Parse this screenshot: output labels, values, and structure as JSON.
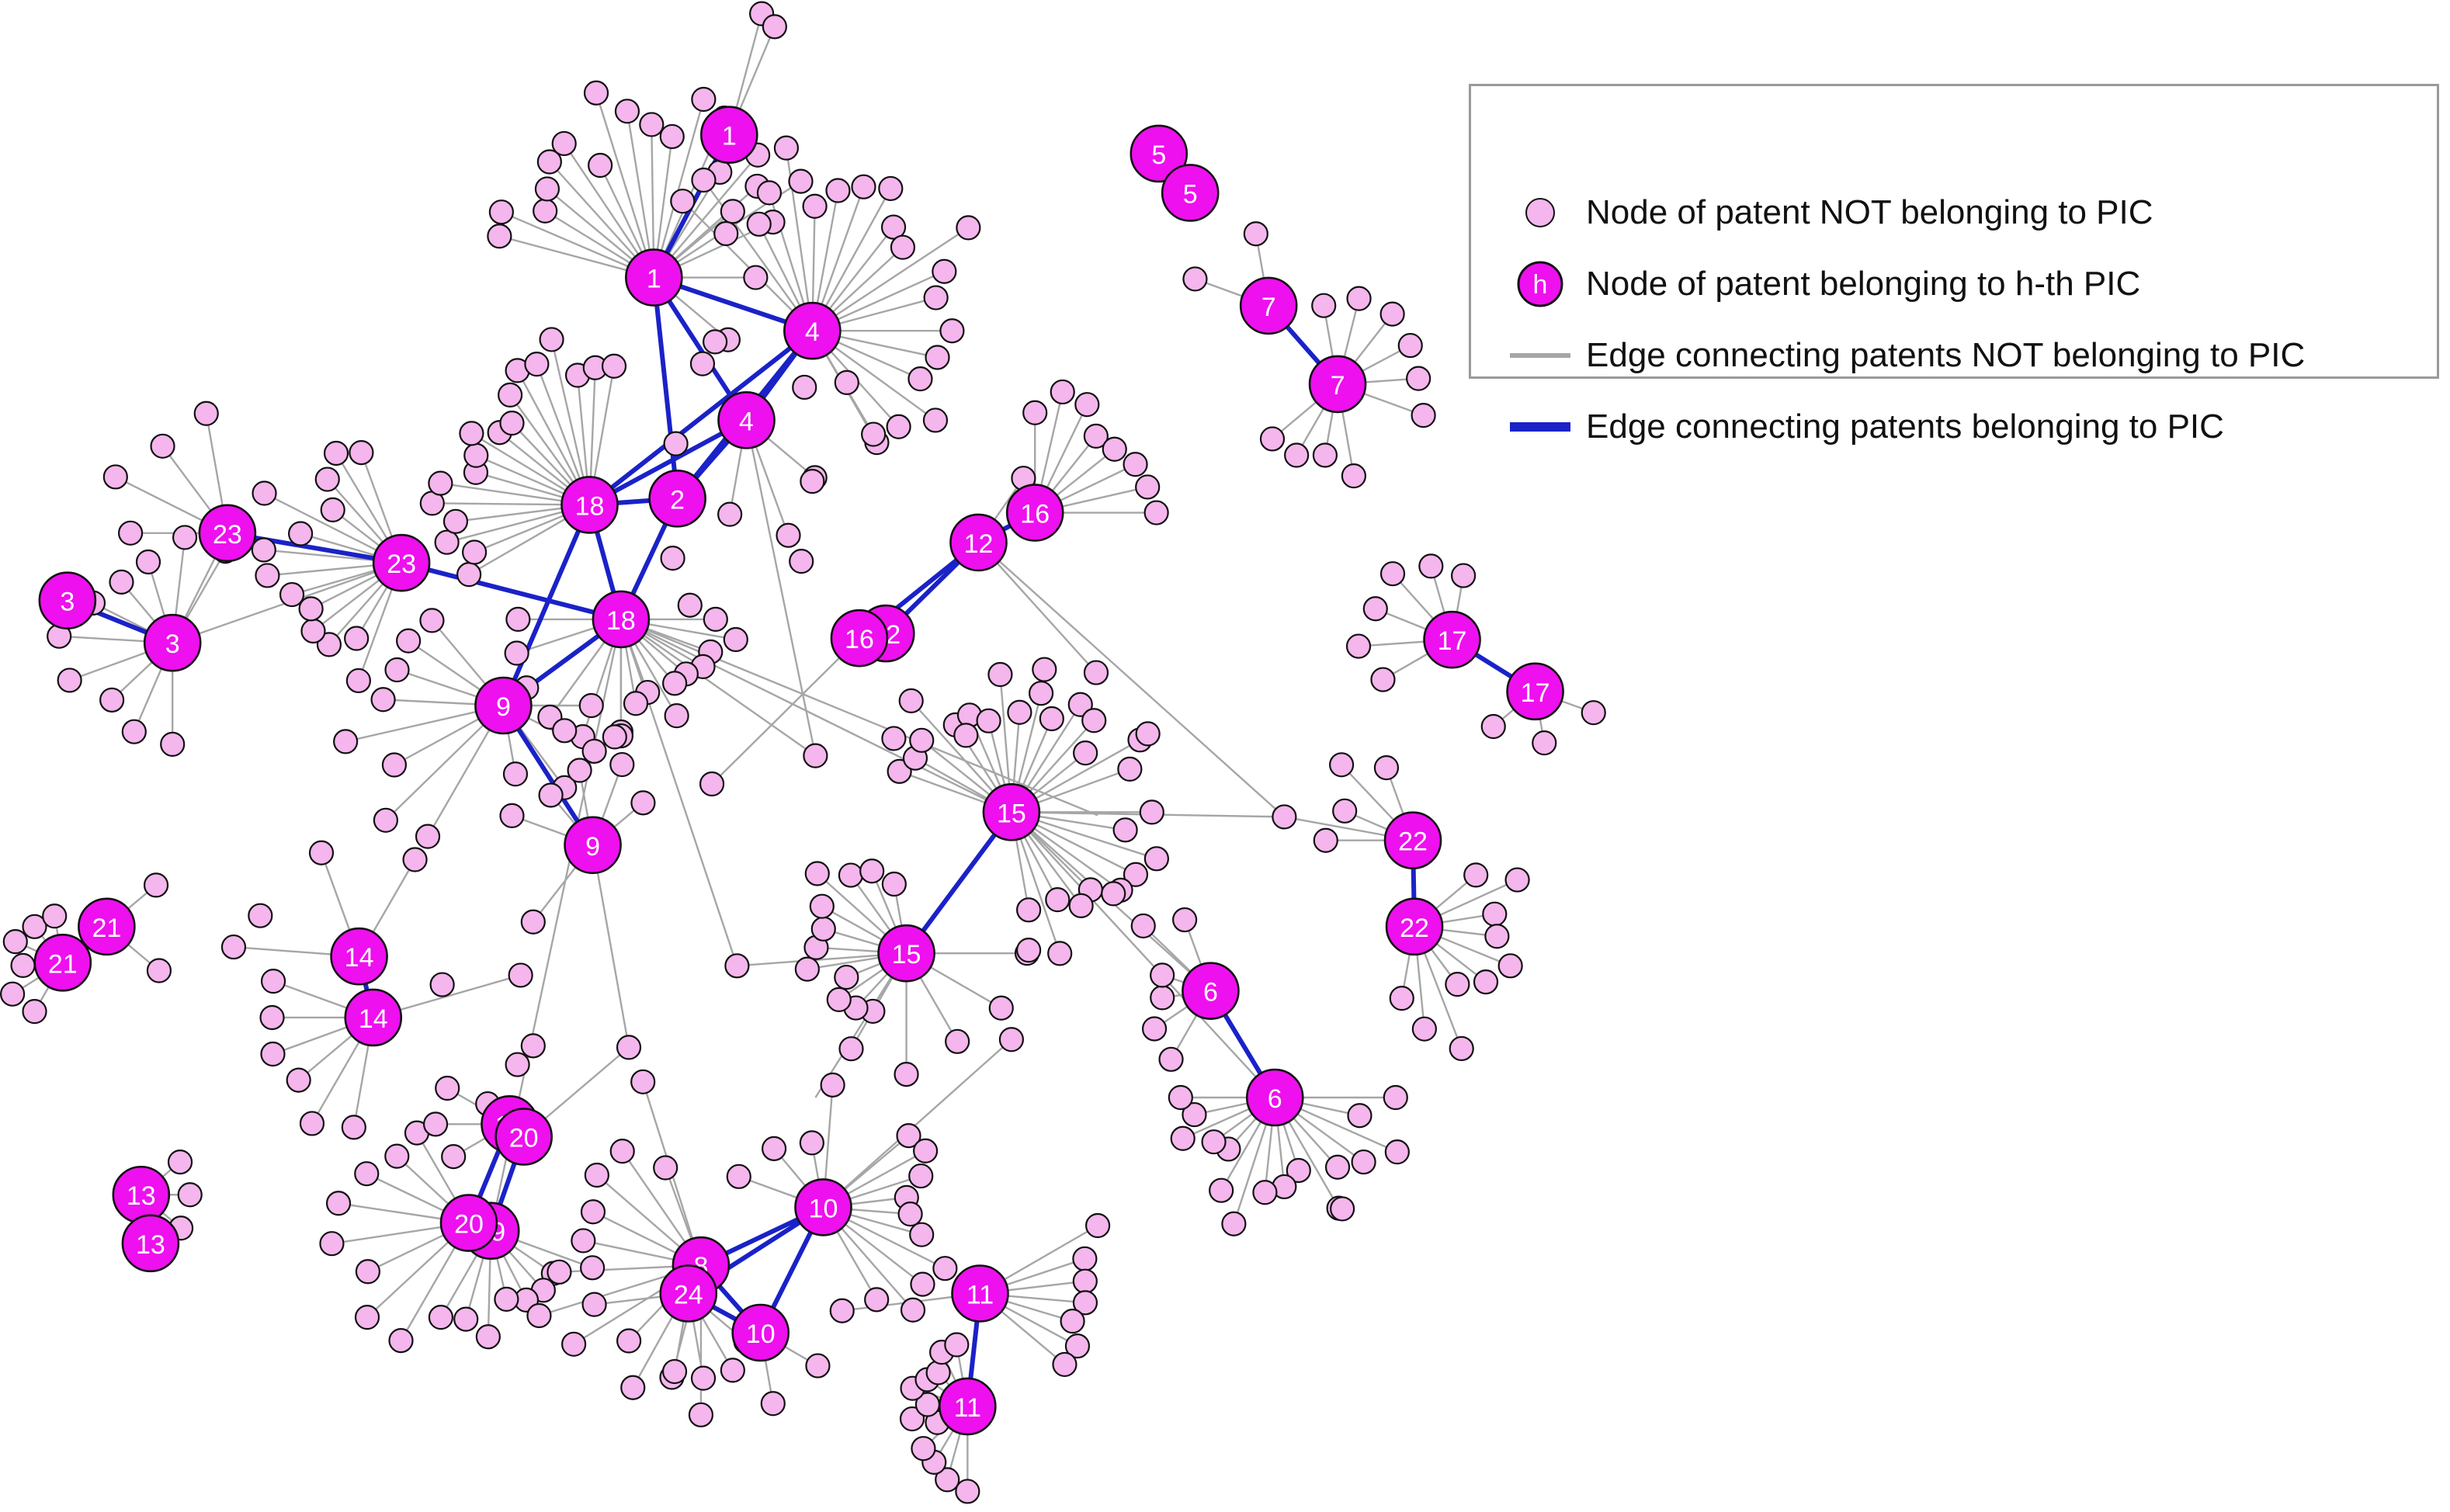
{
  "legend": {
    "items": [
      {
        "symbol": "small-node",
        "label": "Node of patent NOT belonging to PIC"
      },
      {
        "symbol": "pic-node",
        "label": "Node of patent belonging to h-th PIC",
        "marker": "h"
      },
      {
        "symbol": "gray-edge",
        "label": "Edge connecting patents NOT belonging to PIC"
      },
      {
        "symbol": "blue-edge",
        "label": "Edge connecting patents belonging to PIC"
      }
    ]
  },
  "colors": {
    "pic_node_fill": "#ee10ee",
    "non_pic_node_fill": "#f4b6ec",
    "node_stroke": "#111111",
    "gray_edge": "#a6a6a6",
    "blue_edge": "#1a22c8",
    "label_text": "#ffffff"
  },
  "nodes": {
    "pic": [
      {
        "id": "p1a",
        "label": "1"
      },
      {
        "id": "p1b",
        "label": "1"
      },
      {
        "id": "p2",
        "label": "2"
      },
      {
        "id": "p3a",
        "label": "3"
      },
      {
        "id": "p3b",
        "label": "3"
      },
      {
        "id": "p4a",
        "label": "4"
      },
      {
        "id": "p4b",
        "label": "4"
      },
      {
        "id": "p5a",
        "label": "5"
      },
      {
        "id": "p5b",
        "label": "5"
      },
      {
        "id": "p6a",
        "label": "6"
      },
      {
        "id": "p6b",
        "label": "6"
      },
      {
        "id": "p7a",
        "label": "7"
      },
      {
        "id": "p7b",
        "label": "7"
      },
      {
        "id": "p8",
        "label": "8"
      },
      {
        "id": "p9a",
        "label": "9"
      },
      {
        "id": "p9b",
        "label": "9"
      },
      {
        "id": "p10a",
        "label": "10"
      },
      {
        "id": "p10b",
        "label": "10"
      },
      {
        "id": "p11a",
        "label": "11"
      },
      {
        "id": "p11b",
        "label": "11"
      },
      {
        "id": "p12a",
        "label": "12"
      },
      {
        "id": "p12b",
        "label": "12"
      },
      {
        "id": "p13a",
        "label": "13"
      },
      {
        "id": "p13b",
        "label": "13"
      },
      {
        "id": "p14a",
        "label": "14"
      },
      {
        "id": "p14b",
        "label": "14"
      },
      {
        "id": "p15a",
        "label": "15"
      },
      {
        "id": "p15b",
        "label": "15"
      },
      {
        "id": "p16a",
        "label": "16"
      },
      {
        "id": "p16b",
        "label": "16"
      },
      {
        "id": "p17a",
        "label": "17"
      },
      {
        "id": "p17b",
        "label": "17"
      },
      {
        "id": "p18a",
        "label": "18"
      },
      {
        "id": "p18b",
        "label": "18"
      },
      {
        "id": "p19a",
        "label": "19"
      },
      {
        "id": "p19b",
        "label": "19"
      },
      {
        "id": "p20a",
        "label": "20"
      },
      {
        "id": "p20b",
        "label": "20"
      },
      {
        "id": "p21a",
        "label": "21"
      },
      {
        "id": "p21b",
        "label": "21"
      },
      {
        "id": "p22a",
        "label": "22"
      },
      {
        "id": "p22b",
        "label": "22"
      },
      {
        "id": "p23a",
        "label": "23"
      },
      {
        "id": "p23b",
        "label": "23"
      },
      {
        "id": "p24",
        "label": "24"
      }
    ],
    "blue_edges": [
      [
        "p1a",
        "p1b"
      ],
      [
        "p1b",
        "p4a"
      ],
      [
        "p1b",
        "p4b"
      ],
      [
        "p1b",
        "p2"
      ],
      [
        "p4a",
        "p4b"
      ],
      [
        "p4a",
        "p18a"
      ],
      [
        "p4a",
        "p2"
      ],
      [
        "p4b",
        "p2"
      ],
      [
        "p4b",
        "p18a"
      ],
      [
        "p2",
        "p18a"
      ],
      [
        "p2",
        "p18b"
      ],
      [
        "p18a",
        "p18b"
      ],
      [
        "p18a",
        "p9a"
      ],
      [
        "p18b",
        "p9a"
      ],
      [
        "p9a",
        "p9b"
      ],
      [
        "p23a",
        "p23b"
      ],
      [
        "p23b",
        "p18b"
      ],
      [
        "p3a",
        "p3b"
      ],
      [
        "p5a",
        "p5b"
      ],
      [
        "p7a",
        "p7b"
      ],
      [
        "p12a",
        "p12b"
      ],
      [
        "p12a",
        "p16a"
      ],
      [
        "p12a",
        "p16b"
      ],
      [
        "p16b",
        "p12b"
      ],
      [
        "p17a",
        "p17b"
      ],
      [
        "p15a",
        "p15b"
      ],
      [
        "p22a",
        "p22b"
      ],
      [
        "p6a",
        "p6b"
      ],
      [
        "p14a",
        "p14b"
      ],
      [
        "p21a",
        "p21b"
      ],
      [
        "p13a",
        "p13b"
      ],
      [
        "p19a",
        "p20a"
      ],
      [
        "p19a",
        "p20b"
      ],
      [
        "p20b",
        "p19b"
      ],
      [
        "p10a",
        "p8"
      ],
      [
        "p10a",
        "p24"
      ],
      [
        "p10a",
        "p10b"
      ],
      [
        "p8",
        "p24"
      ],
      [
        "p8",
        "p10b"
      ],
      [
        "p24",
        "p10b"
      ],
      [
        "p11a",
        "p11b"
      ]
    ]
  }
}
